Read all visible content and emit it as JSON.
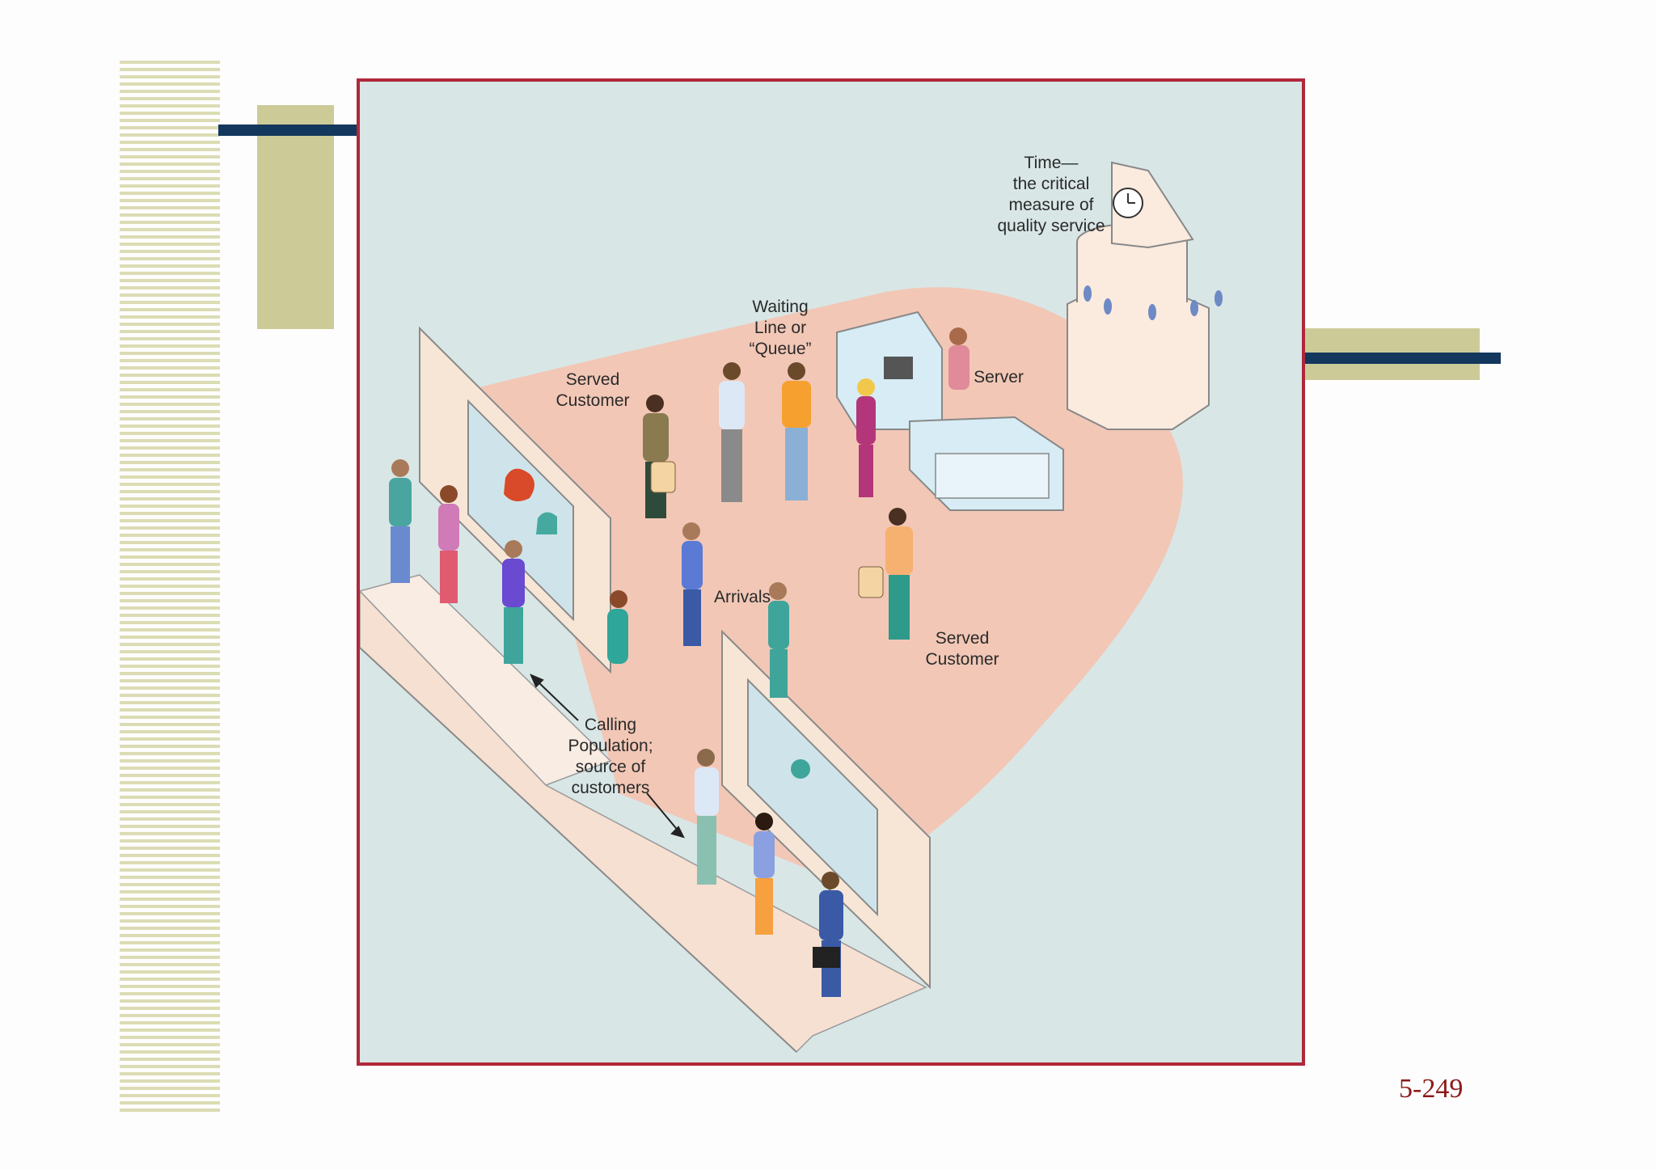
{
  "slide": {
    "page_number": "5-249"
  },
  "diagram": {
    "labels": {
      "time": "Time—\nthe critical\nmeasure of\nquality service",
      "waiting_line": "Waiting\nLine or\n“Queue”",
      "server": "Server",
      "served_customer_top": "Served\nCustomer",
      "served_customer_right": "Served\nCustomer",
      "arrivals": "Arrivals",
      "calling_population": "Calling\nPopulation;\nsource of\ncustomers"
    }
  },
  "colors": {
    "frame_border": "#b0283a",
    "frame_bg": "#d9e6e6",
    "service_floor": "#f2c7b6",
    "deco_olive": "#cccb98",
    "deco_navy": "#14375e",
    "page_number": "#8b1a1a"
  }
}
